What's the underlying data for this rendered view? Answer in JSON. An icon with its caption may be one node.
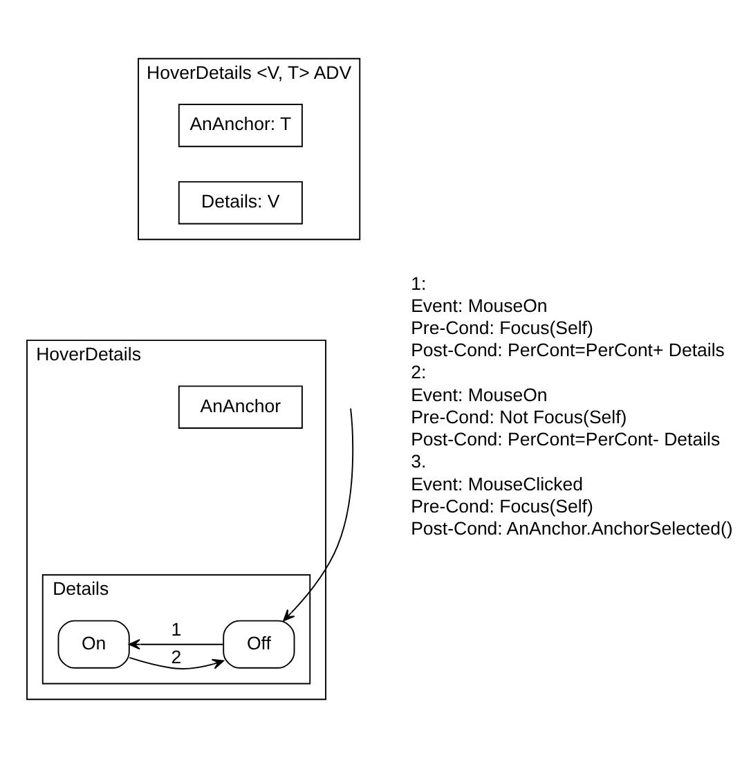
{
  "diagram": {
    "nodes": [
      {
        "text": [
          "HoverDetails <V, T> ADV"
        ]
      },
      {
        "text": [
          "AnAnchor: T"
        ],
        "in": 0
      },
      {
        "text": [
          "Details: V"
        ],
        "in": 0
      },
      {
        "text": [
          "HoverDetails"
        ]
      },
      {
        "text": [
          "AnAnchor"
        ],
        "in": 3
      },
      {
        "text": [
          "Details"
        ],
        "in": 3
      },
      {
        "text": [
          "Off"
        ],
        "in": 5
      },
      {
        "text": [
          "On"
        ],
        "in": 5
      }
    ],
    "edges": [
      {
        "from": 6,
        "to": 7,
        "arrow": "to",
        "label": "1"
      },
      {
        "from": 7,
        "to": 6,
        "arrow": "to",
        "label": "2"
      },
      {
        "from": null,
        "to": 6,
        "arrow": "to"
      }
    ],
    "labels": [
      "1:",
      "Event: MouseOn",
      "Pre-Cond: Focus(Self)",
      "Post-Cond: PerCont=PerCont+ Details",
      "2:",
      "Event: MouseOn",
      "Pre-Cond: Not Focus(Self)",
      "Post-Cond: PerCont=PerCont- Details",
      "3.",
      "Event: MouseClicked",
      "Pre-Cond: Focus(Self)",
      "Post-Cond: AnAnchor.AnchorSelected()"
    ]
  }
}
